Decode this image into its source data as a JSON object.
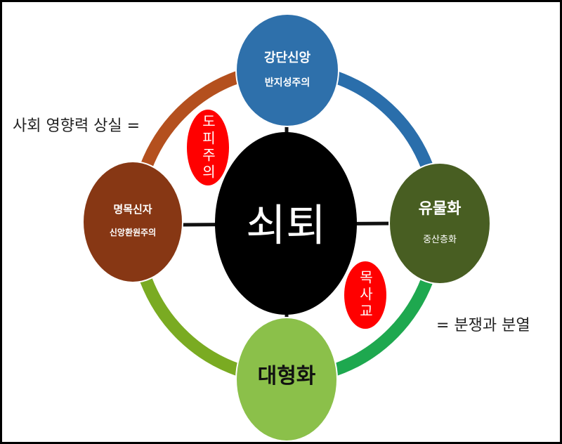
{
  "center": {
    "label": "쇠퇴",
    "color": "#000000"
  },
  "nodes": {
    "top": {
      "title": "강단신앙",
      "subtitle": "반지성주의",
      "color": "#2e70ab"
    },
    "right": {
      "title": "유물화",
      "subtitle": "중산층화",
      "color": "#485e22"
    },
    "bottom": {
      "title": "대형화",
      "color": "#8bc04a"
    },
    "left": {
      "title": "명목신자",
      "subtitle": "신앙환원주의",
      "color": "#873714"
    }
  },
  "arcs": {
    "top_right": "#2a6eab",
    "right_bottom": "#1ea84f",
    "bottom_left": "#7aab22",
    "left_top": "#b4501e"
  },
  "badges": {
    "upper_left": {
      "label": "도피주의",
      "chars": [
        "도",
        "피",
        "주",
        "의"
      ],
      "color": "#ff0000"
    },
    "lower_right": {
      "label": "목사교",
      "chars": [
        "목",
        "사",
        "교"
      ],
      "color": "#ff0000"
    }
  },
  "annotations": {
    "left": "사회 영향력 상실 =",
    "right": "= 분쟁과 분열"
  }
}
